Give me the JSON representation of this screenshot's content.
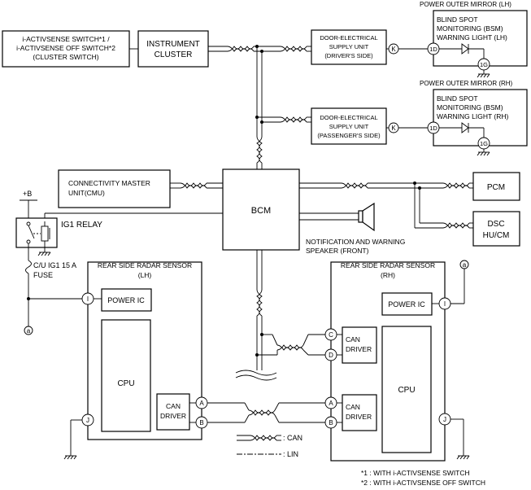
{
  "boxes": {
    "switch": [
      "i-ACTIVSENSE SWITCH*1 /",
      "i-ACTIVSENSE OFF SWITCH*2",
      "(CLUSTER SWITCH)"
    ],
    "instrument_cluster": [
      "INSTRUMENT",
      "CLUSTER"
    ],
    "door_driver": [
      "DOOR-ELECTRICAL",
      "SUPPLY UNIT",
      "(DRIVER'S SIDE)"
    ],
    "door_passenger": [
      "DOOR-ELECTRICAL",
      "SUPPLY UNIT",
      "(PASSENGER'S SIDE)"
    ],
    "mirror_lh_title": "POWER OUTER MIRROR (LH)",
    "mirror_lh": [
      "BLIND SPOT",
      "MONITORING (BSM)",
      "WARNING LIGHT (LH)"
    ],
    "mirror_rh_title": "POWER OUTER MIRROR (RH)",
    "mirror_rh": [
      "BLIND SPOT",
      "MONITORING (BSM)",
      "WARNING LIGHT (RH)"
    ],
    "cmu": [
      "CONNECTIVITY MASTER",
      "UNIT(CMU)"
    ],
    "bcm": "BCM",
    "pcm": "PCM",
    "dsc": [
      "DSC",
      "HU/CM"
    ],
    "speaker": [
      "NOTIFICATION AND WARNING",
      "SPEAKER (FRONT)"
    ],
    "plus_b": "+B",
    "ig1_relay": "IG1 RELAY",
    "fuse": [
      "C/U IG1 15 A",
      "FUSE"
    ],
    "radar_lh_title": [
      "REAR SIDE RADAR SENSOR",
      "(LH)"
    ],
    "radar_rh_title": [
      "REAR SIDE RADAR SENSOR",
      "(RH)"
    ],
    "power_ic": "POWER IC",
    "cpu": "CPU",
    "can_driver": [
      "CAN",
      "DRIVER"
    ]
  },
  "terminals": {
    "k": "K",
    "d1": "1D",
    "g1": "1G",
    "i": "I",
    "j": "J",
    "a": "A",
    "b": "B",
    "c": "C",
    "d": "D",
    "ref_a": "a"
  },
  "legend": {
    "can": ": CAN",
    "lin": ": LIN"
  },
  "footnotes": [
    "*1 : WITH i-ACTIVSENSE SWITCH",
    "*2 : WITH i-ACTIVSENSE OFF SWITCH"
  ]
}
